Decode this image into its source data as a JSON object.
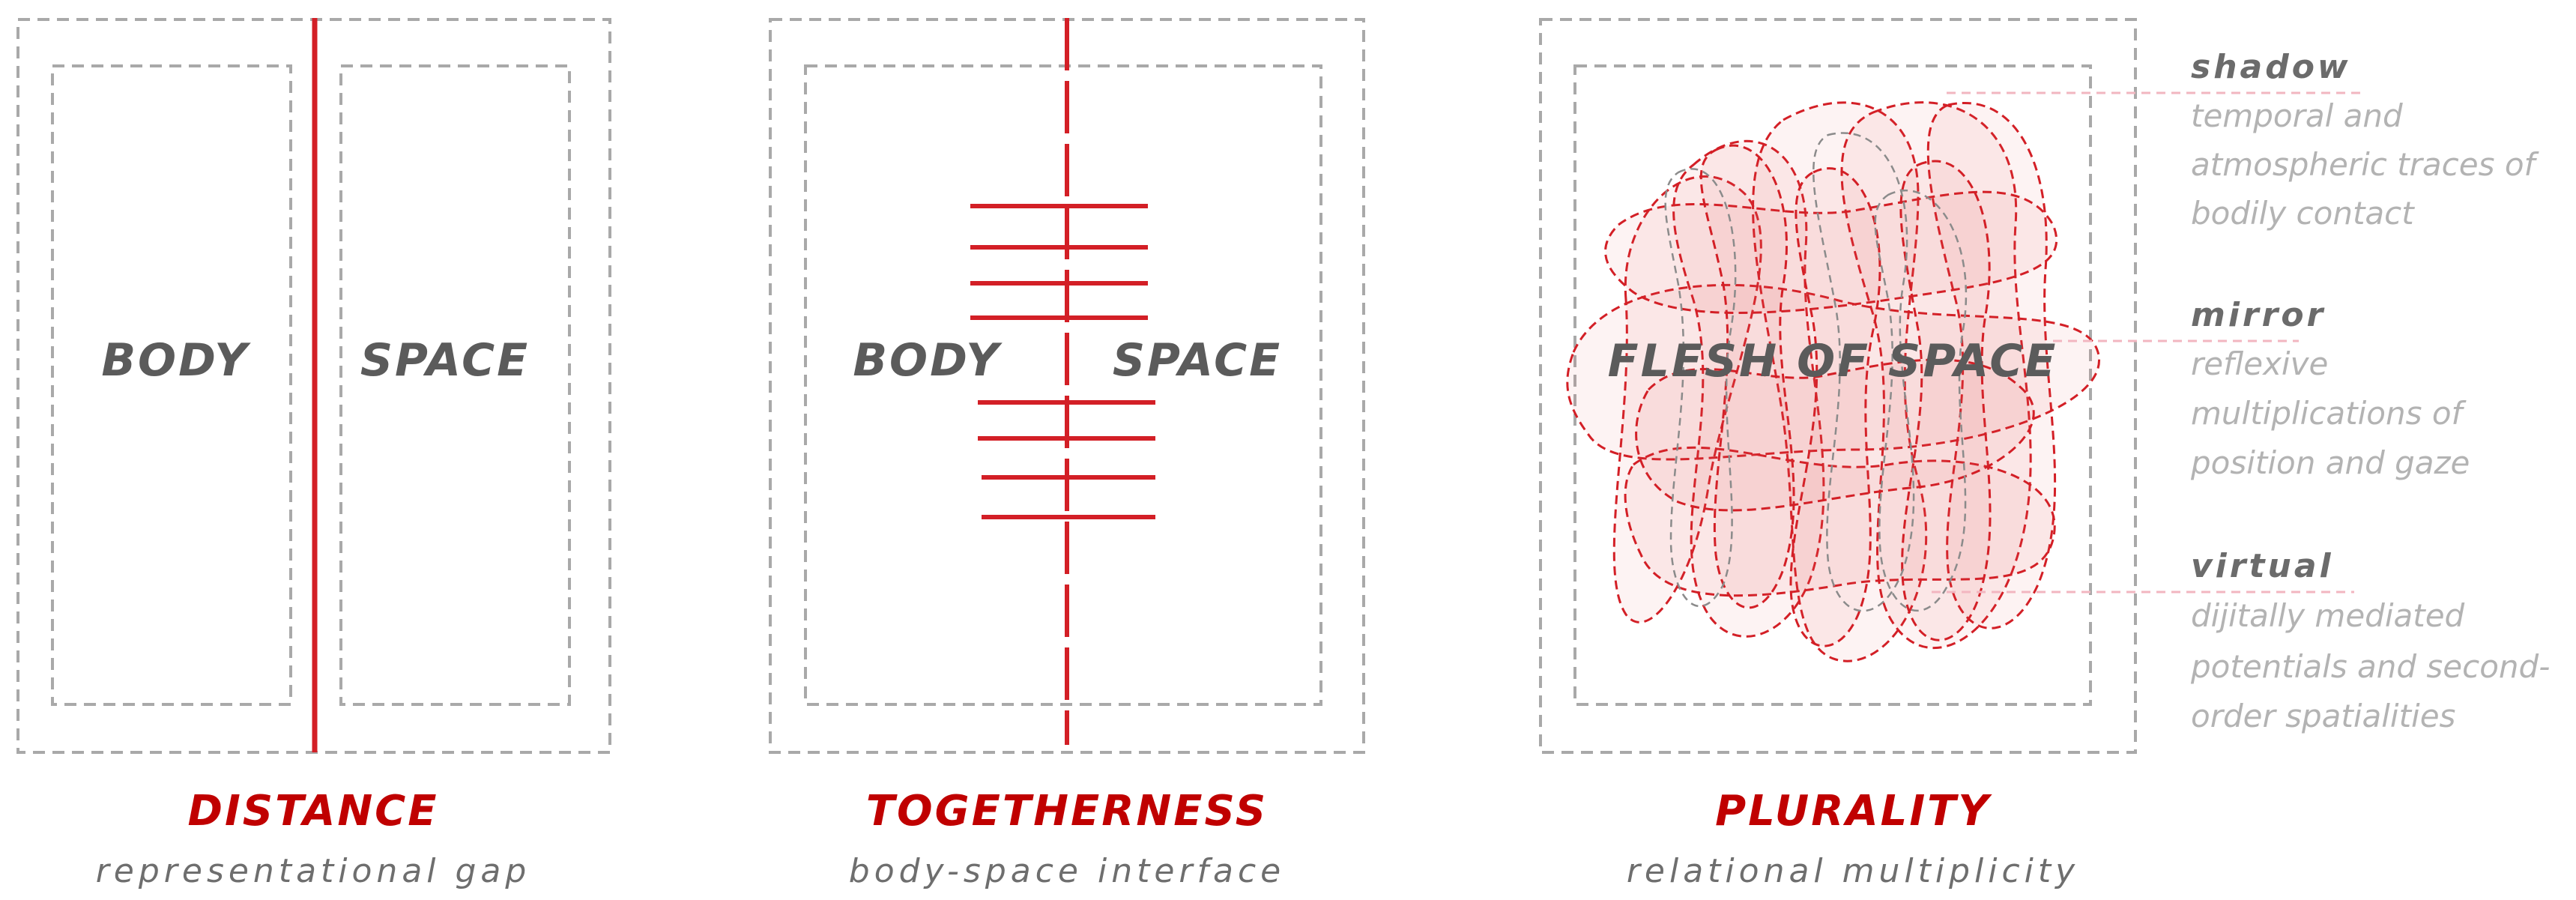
{
  "panels": {
    "distance": {
      "left_label": "BODY",
      "right_label": "SPACE",
      "title": "DISTANCE",
      "subtitle": "representational gap"
    },
    "togetherness": {
      "left_label": "BODY",
      "right_label": "SPACE",
      "title": "TOGETHERNESS",
      "subtitle": "body-space interface"
    },
    "plurality": {
      "center_label": "FLESH OF SPACE",
      "title": "PLURALITY",
      "subtitle": "relational multiplicity"
    }
  },
  "annotations": [
    {
      "term": "shadow",
      "lines": [
        "temporal and",
        "atmospheric traces of",
        "bodily contact"
      ]
    },
    {
      "term": "mirror",
      "lines": [
        "reflexive",
        "multiplications of",
        "position and gaze"
      ]
    },
    {
      "term": "virtual",
      "lines": [
        "dijitally mediated",
        "potentials and second-",
        "order spatialities"
      ]
    }
  ],
  "colors": {
    "accent_red": "#c00000",
    "line_red": "#d31f26",
    "frame_grey": "#a9a9a9",
    "label_grey": "#5b5b5b",
    "annotation_grey": "#b3b3b3",
    "leader_pink": "#f2b6c0"
  }
}
